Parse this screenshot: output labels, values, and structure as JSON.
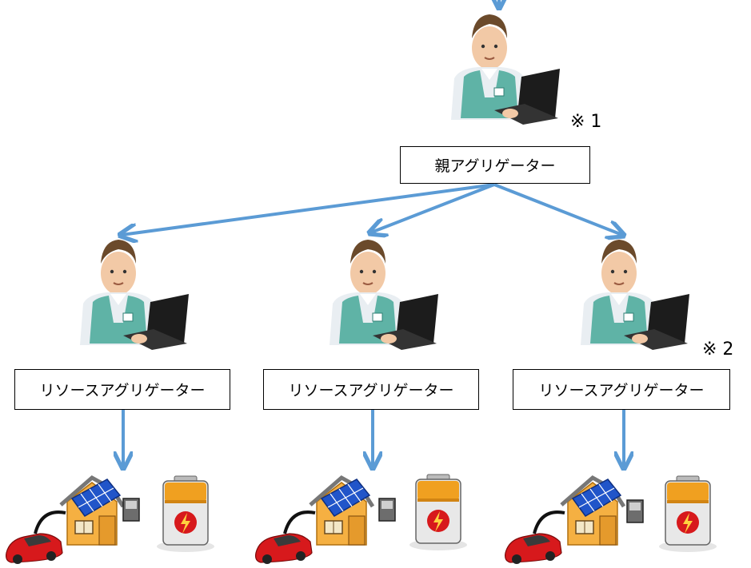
{
  "parent": {
    "label": "親アグリゲーター",
    "note": "※ 1"
  },
  "resource_aggregators": [
    {
      "label": "リソースアグリゲーター"
    },
    {
      "label": "リソースアグリゲーター"
    },
    {
      "label": "リソースアグリゲーター"
    }
  ],
  "note2": "※ 2",
  "colors": {
    "arrow": "#5b9bd5",
    "box_border": "#000000",
    "vest": "#5fb3a6",
    "car": "#d7191c",
    "solar_panel": "#2155c9",
    "battery_body": "#f0a020"
  },
  "icons": [
    "person-at-laptop-icon",
    "house-solar-icon",
    "electric-car-icon",
    "battery-icon",
    "charger-box-icon"
  ]
}
